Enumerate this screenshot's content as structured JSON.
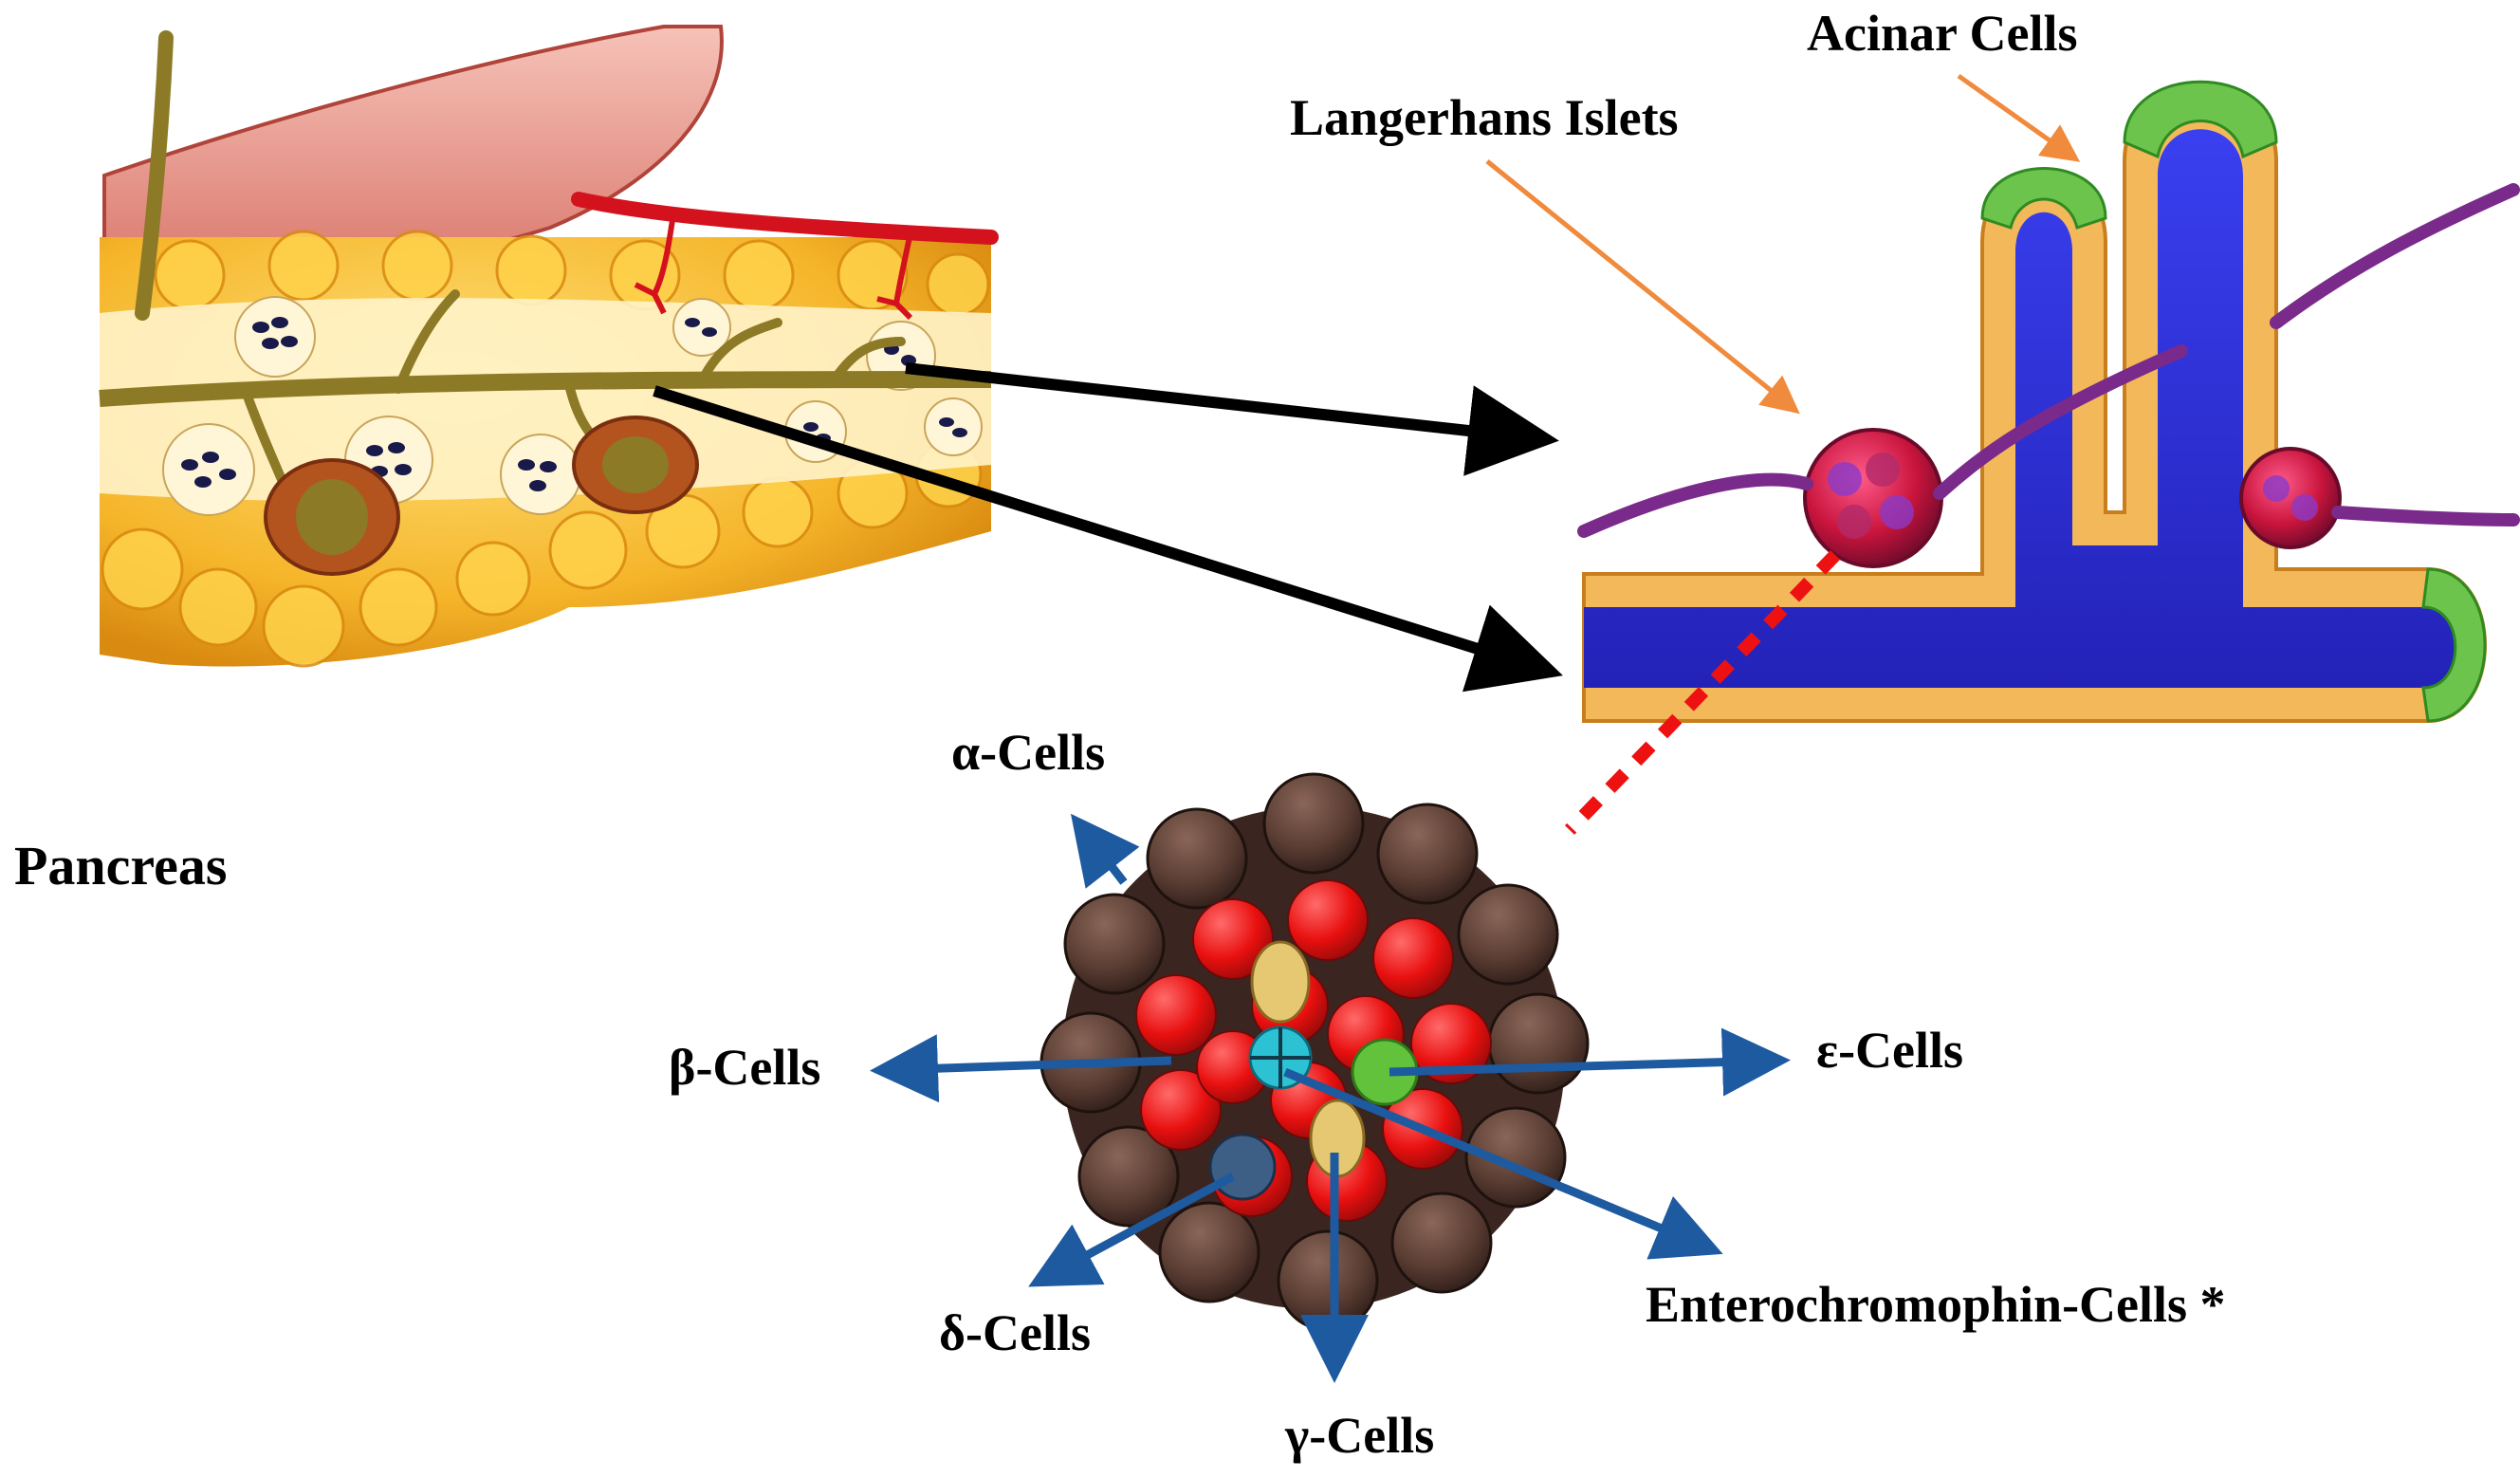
{
  "labels": {
    "pancreas": "Pancreas",
    "acinar_cells": "Acinar Cells",
    "langerhans_islets": "Langerhans Islets",
    "alpha_cells": "α-Cells",
    "beta_cells": "β-Cells",
    "epsilon_cells": "ε-Cells",
    "delta_cells": "δ-Cells",
    "gamma_cells": "γ-Cells",
    "enterochromophin_cells": "Enterochromophin-Cells *"
  },
  "colors": {
    "annotation_arrow": "#f08a3c",
    "cell_arrow": "#1d5aa0",
    "connector_dotted": "#ee1111",
    "acinar_lumen": "#2a2fd6",
    "acinar_cell": "#f2b85a",
    "acinar_tip": "#6cc44c",
    "islet": "#c8143c",
    "fat_tissue": "#f5b52a",
    "duct": "#8c7a26",
    "blood_vessel": "#d4121e",
    "beta_cell": "#e8100f",
    "outer_cell": "#5a3d33",
    "alpha_cell": "#e6c872",
    "delta_cell": "#3d5f85",
    "epsilon_cell": "#63c23c",
    "pp_cell": "#2cc2d4"
  }
}
